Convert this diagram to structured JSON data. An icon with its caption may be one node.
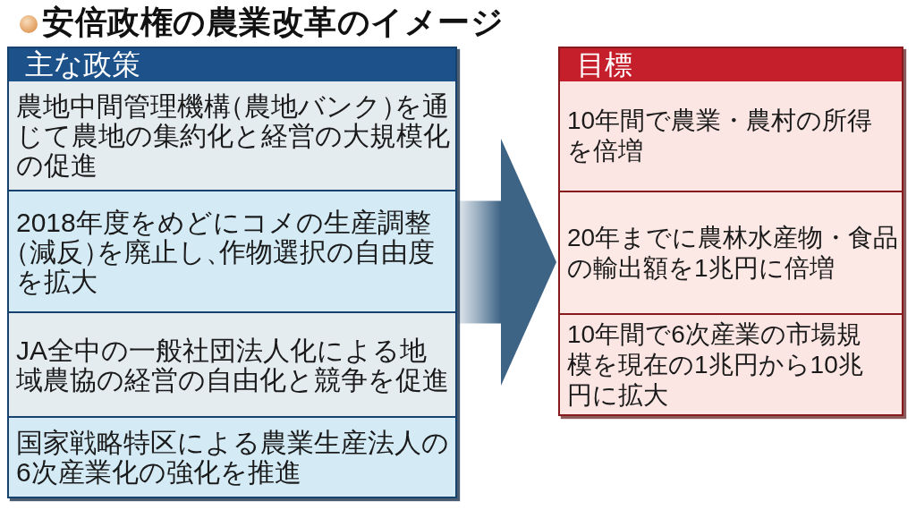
{
  "diagram": {
    "title": "安倍政権の農業改革のイメージ",
    "nodes": [
      {
        "text": [
          "主な政策"
        ]
      },
      {
        "text": [
          "農地中間管理機構（農地バンク）を通じて農地の集約化と経営の大規模化の促進"
        ],
        "in": 0
      },
      {
        "text": [
          "2018年度をめどにコメの生産調整（減反）を廃止し、作物選択の自由度を拡大"
        ],
        "in": 0
      },
      {
        "text": [
          "JA全中の一般社団法人化による地域農協の経営の自由化と競争を促進"
        ],
        "in": 0
      },
      {
        "text": [
          "国家戦略特区による農業生産法人の6次産業化の強化を推進"
        ],
        "in": 0
      },
      {
        "text": [
          "目標"
        ]
      },
      {
        "text": [
          "10年間で農業・農村の所得を倍増"
        ],
        "in": 5
      },
      {
        "text": [
          "20年までに農林水産物・食品の輸出額を1兆円に倍増"
        ],
        "in": 5
      },
      {
        "text": [
          "10年間で6次産業の市場規模を現在の1兆円から10兆円に拡大"
        ],
        "in": 5
      }
    ],
    "edges": [
      {
        "from": 0,
        "to": 5,
        "arrow": "to"
      }
    ]
  }
}
